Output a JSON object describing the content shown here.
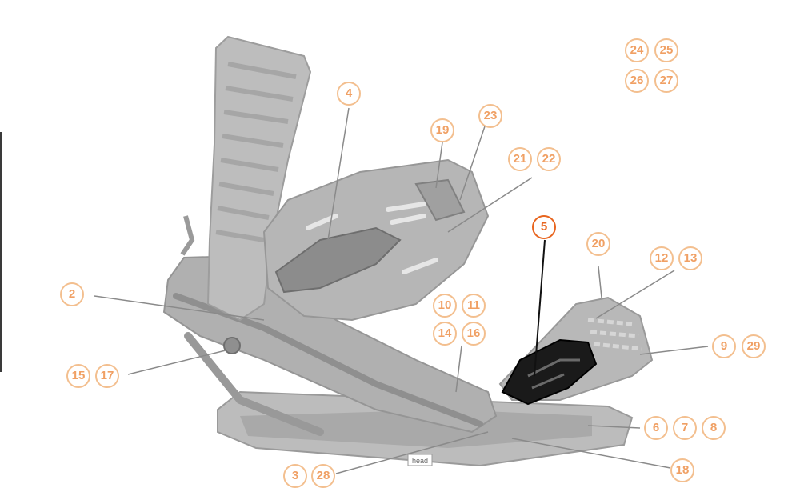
{
  "colors": {
    "callout_text": "#f0a064",
    "callout_border": "#f3bf8f",
    "callout_active": "#e8651f",
    "binding_gray": "#b3b3b3",
    "highlight_part": "#1a1a1a",
    "leader_line": "#8a8a8a"
  },
  "logo_text": "head",
  "callouts": {
    "c2": "2",
    "c3": "3",
    "c4": "4",
    "c5": "5",
    "c6": "6",
    "c7": "7",
    "c8": "8",
    "c9": "9",
    "c10": "10",
    "c11": "11",
    "c12": "12",
    "c13": "13",
    "c14": "14",
    "c15": "15",
    "c16": "16",
    "c17": "17",
    "c18": "18",
    "c19": "19",
    "c20": "20",
    "c21": "21",
    "c22": "22",
    "c23": "23",
    "c24": "24",
    "c25": "25",
    "c26": "26",
    "c27": "27",
    "c28": "28",
    "c29": "29"
  },
  "highlighted_part": "5"
}
